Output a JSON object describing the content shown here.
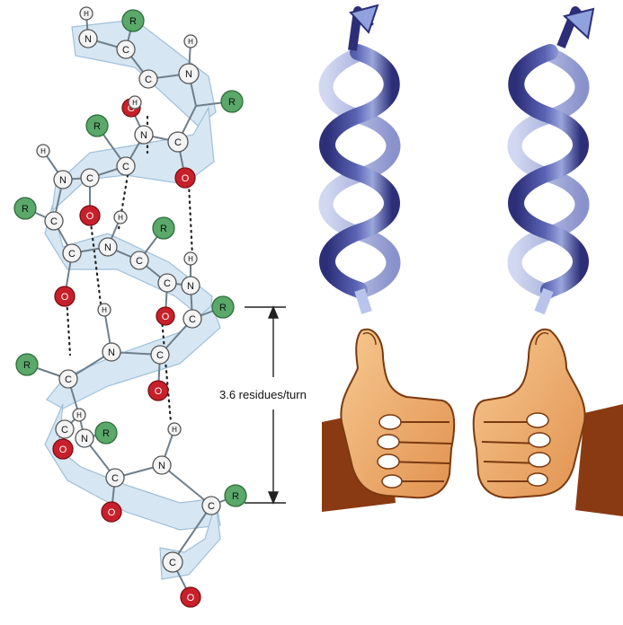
{
  "annotation": {
    "label": "3.6 residues/turn"
  },
  "atom_labels": {
    "nitrogen": "N",
    "carbon": "C",
    "oxygen": "O",
    "hydrogen": "H",
    "side_chain": "R"
  },
  "atoms": [
    {
      "id": "h1",
      "label": "hydrogen"
    },
    {
      "id": "n1",
      "label": "nitrogen"
    },
    {
      "id": "r1",
      "label": "side_chain"
    },
    {
      "id": "h2",
      "label": "hydrogen"
    },
    {
      "id": "c1",
      "label": "carbon"
    },
    {
      "id": "c2",
      "label": "carbon"
    },
    {
      "id": "n2",
      "label": "nitrogen"
    },
    {
      "id": "o1",
      "label": "oxygen"
    },
    {
      "id": "h3",
      "label": "hydrogen"
    },
    {
      "id": "r2",
      "label": "side_chain"
    },
    {
      "id": "r3",
      "label": "side_chain"
    },
    {
      "id": "n3",
      "label": "nitrogen"
    },
    {
      "id": "c3",
      "label": "carbon"
    },
    {
      "id": "c4",
      "label": "carbon"
    },
    {
      "id": "h4",
      "label": "hydrogen"
    },
    {
      "id": "n4",
      "label": "nitrogen"
    },
    {
      "id": "c5",
      "label": "carbon"
    },
    {
      "id": "c6",
      "label": "carbon"
    },
    {
      "id": "o2",
      "label": "oxygen"
    },
    {
      "id": "r4",
      "label": "side_chain"
    },
    {
      "id": "o3",
      "label": "oxygen"
    },
    {
      "id": "h5",
      "label": "hydrogen"
    },
    {
      "id": "r5",
      "label": "side_chain"
    },
    {
      "id": "c7",
      "label": "carbon"
    },
    {
      "id": "n5",
      "label": "nitrogen"
    },
    {
      "id": "c8",
      "label": "carbon"
    },
    {
      "id": "h6",
      "label": "hydrogen"
    },
    {
      "id": "c9",
      "label": "carbon"
    },
    {
      "id": "n6",
      "label": "nitrogen"
    },
    {
      "id": "o4",
      "label": "oxygen"
    },
    {
      "id": "h7",
      "label": "hydrogen"
    },
    {
      "id": "o5",
      "label": "oxygen"
    },
    {
      "id": "r6",
      "label": "side_chain"
    },
    {
      "id": "h8",
      "label": "hydrogen"
    },
    {
      "id": "n7",
      "label": "nitrogen"
    },
    {
      "id": "c10",
      "label": "carbon"
    },
    {
      "id": "c11",
      "label": "carbon"
    },
    {
      "id": "r7",
      "label": "side_chain"
    },
    {
      "id": "c12",
      "label": "carbon"
    },
    {
      "id": "o6",
      "label": "oxygen"
    },
    {
      "id": "h9",
      "label": "hydrogen"
    },
    {
      "id": "c13",
      "label": "carbon"
    },
    {
      "id": "n8",
      "label": "nitrogen"
    },
    {
      "id": "r8",
      "label": "side_chain"
    },
    {
      "id": "h10",
      "label": "hydrogen"
    },
    {
      "id": "o7",
      "label": "oxygen"
    },
    {
      "id": "c14",
      "label": "carbon"
    },
    {
      "id": "n9",
      "label": "nitrogen"
    },
    {
      "id": "o8",
      "label": "oxygen"
    },
    {
      "id": "c15",
      "label": "carbon"
    },
    {
      "id": "r9",
      "label": "side_chain"
    },
    {
      "id": "c16",
      "label": "carbon"
    },
    {
      "id": "o9",
      "label": "oxygen"
    }
  ],
  "colors": {
    "ribbon_fill": "#cfe3f1",
    "ribbon_stroke": "#8fb6d4",
    "nitrogen": "#f4f4f4",
    "carbon": "#f4f4f4",
    "hydrogen": "#f4f4f4",
    "oxygen": "#c8202a",
    "side_chain": "#5aa86a",
    "helix_dark": "#2c2f78",
    "helix_light": "#9aa6dc",
    "skin": "#f0b070",
    "skin_shade": "#c8743a",
    "arm": "#8a3a12",
    "nail": "#ffffff"
  },
  "icons": {
    "left_helix": "right-handed-helix-ribbon",
    "right_helix": "left-handed-helix-ribbon",
    "left_hand": "thumbs-up-hand",
    "right_hand": "thumbs-up-hand"
  }
}
